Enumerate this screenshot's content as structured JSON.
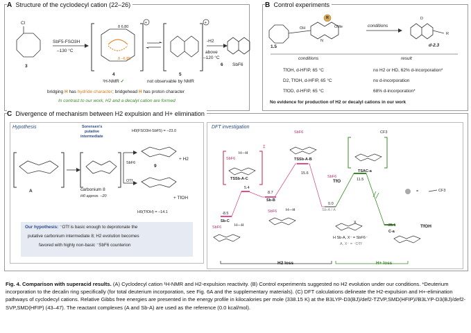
{
  "panelA": {
    "letter": "A",
    "title": "Structure of the cyclodecyl cation (22–26)",
    "cl": "Cl",
    "reagent": "SbF5-FSO3H",
    "temp": "–130 °C",
    "cmpd3": "3",
    "cmpd4": "4",
    "cmpd5": "5",
    "cmpd6": "6",
    "sbf6": "SbF6",
    "delta1": "δ 6.80",
    "delta2": "δ –6.85",
    "nmr": "¹H-NMR",
    "check": "✓",
    "notobs": "not observable by NMR",
    "minusH2": "-H2",
    "above": "above",
    "abovetemp": "–120 °C",
    "line1_pre": "bridging ",
    "line1_h": "H",
    "line1_mid": " has ",
    "line1_hyd": "hydride character",
    "line1_mid2": "; bridgehead ",
    "line1_h2": "H",
    "line1_post": " has proton character",
    "line2": "In contrast to our work, H2 and a decalyl cation are formed"
  },
  "panelB": {
    "letter": "B",
    "title": "Control experiments",
    "oh": "OH",
    "n": "N",
    "ome": "OMe",
    "r": "R",
    "cmpd": "1.5",
    "conditions_arrow": "conditions",
    "product": "d-2.3",
    "d": "D",
    "r2": "R",
    "col1": "conditions",
    "col2": "result",
    "rows": [
      {
        "cond": "TfOH, d-HFIP, 65 °C",
        "res": "no H2 or HD, 62% d-incorporation*"
      },
      {
        "cond": "D2, TfOH, d-HFIP, 65 °C",
        "res": "no d-incorporation"
      },
      {
        "cond": "TfOD, d-HFIP, 65 °C",
        "res": "68% d-incorporation*"
      }
    ],
    "footer": "No evidence for production of H2 or decalyl cations in our work"
  },
  "panelC": {
    "letter": "C",
    "title": "Divergence of mechanism between H2 expulsion and H+ elimination",
    "hypothesis": "Hypothesis",
    "sorensen1": "Sorensen's",
    "sorensen2": "putative",
    "sorensen3": "intermediate",
    "cmpdA": "A",
    "carbonium": "carbonium 8",
    "happrox": "H0 approx. –20",
    "sbf6": "SbF6",
    "otf": "OTf",
    "h0sbf": "H0(FSO3H-SbF5) = –23.0",
    "h0tfoh": "H0(TfOH) = –14.1",
    "nine": "9",
    "plusH2": "+ H2",
    "plusTfOH": "+ TfOH",
    "hyp_bold": "Our hypothesis:",
    "hyp_text1": " ⁻OTf is basic enough to deprotonate the",
    "hyp_text2": "putative carbonium intermediate 8; H2 evolution becomes",
    "hyp_text3": "favored with highly non-basic ⁻SbF6 counterion",
    "dft": "DFT investigation",
    "ts_sbac": "TSSb-A-C",
    "ts_sbab": "TSSb-A-B",
    "ts_aca": "TSAC-a",
    "sbb": "Sb-B",
    "sbc": "Sb-C",
    "ca": "C-a",
    "sba": "Sb-A / A",
    "e_sbac": "5.4",
    "e_sbab": "15.6",
    "e_aca": "11.5",
    "e_sbb": "8.7",
    "e_sbc": "-8.5",
    "e_sba": "0.0",
    "e_ca": "-25.1",
    "tfo": "TfO",
    "tfoh": "TfOH",
    "cf3": "CF3",
    "x": "X",
    "legend_sb": "H Sb-A, X⁻ = SbF6⁻",
    "legend_a": "A, X⁻ = ⁻OTf",
    "eq": "=",
    "h2loss": "H2 loss",
    "hloss": "H+ loss",
    "double_dagger": "‡",
    "hh": "H—H"
  },
  "caption": {
    "bold1": "Fig. 4. Comparison with superacid results.",
    "text": " (A) Cyclodecyl cation ¹H-NMR and H2-expulsion reactivity. (B) Control experiments suggested no H2 evolution under our conditions. *Deuterium incorporation to the decalin ring specifically (for total deuterium incorporation, see Fig. 6A and the supplementary materials). (C) DFT calculations delineate the H2-expulsion and H+-elimination pathways of cyclodecyl cations. Relative Gibbs free energies are presented in the energy profile in kilocalories per mole (338.15 K) at the B3LYP-D3(BJ)/def2-TZVP,SMD(HFIP)//B3LYP-D3(BJ)/def2-SVP,SMD(HFIP) (43–47). The reactant complexes (A and Sb-A) are used as the reference (0.0 kcal/mol)."
  },
  "colors": {
    "pink": "#d9508a",
    "green": "#3a8a2a",
    "gray": "#999999",
    "orange": "#e08a2a",
    "blue": "#2a4a8a",
    "red": "#c02040"
  }
}
